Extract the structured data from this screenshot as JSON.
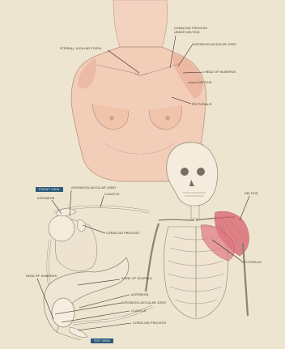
{
  "labels": {
    "coracoid_under_deltoid_1": "CORACOID PROCESS",
    "coracoid_under_deltoid_2": "UNDER DELTOID",
    "sternal_jugular_fossa": "STERNAL JUGULAR FOSSA",
    "acromioclavicular_joint_top": "ACROMIOCLAVICULAR JOINT",
    "head_of_humerus_top": "HEAD OF HUMERUS",
    "deltoid_top": "DELTOID",
    "pectoralis_top": "PECTORALIS",
    "acromioclavicular_joint_mid": "ACROMIOCLAVICULAR JOINT",
    "acromion_mid": "ACROMION",
    "clavicle_mid": "CLAVICLE",
    "coracoid_process_mid": "CORACOID PROCESS",
    "deltoid_right": "DELTOID",
    "pectoralis_right": "PECTORALIS",
    "head_of_humerus_bottom": "HEAD OF HUMERUS",
    "spine_of_scapula": "SPINE OF SCAPULA",
    "acromion_bottom": "ACROMION",
    "acromioclavicular_joint_bottom": "ACROMIOCLAVICULAR JOINT",
    "clavicle_bottom": "CLAVICLE",
    "coracoid_process_bottom": "CORACOID PROCESS"
  },
  "badges": {
    "front_view": "FRONT VIEW",
    "top_view": "TOP VIEW"
  },
  "colors": {
    "paper": "#f1e8d5",
    "ink": "#3a2b22",
    "skin": "#f2c9b4",
    "muscle": "#d9606c",
    "badge": "#2d5a7b"
  }
}
